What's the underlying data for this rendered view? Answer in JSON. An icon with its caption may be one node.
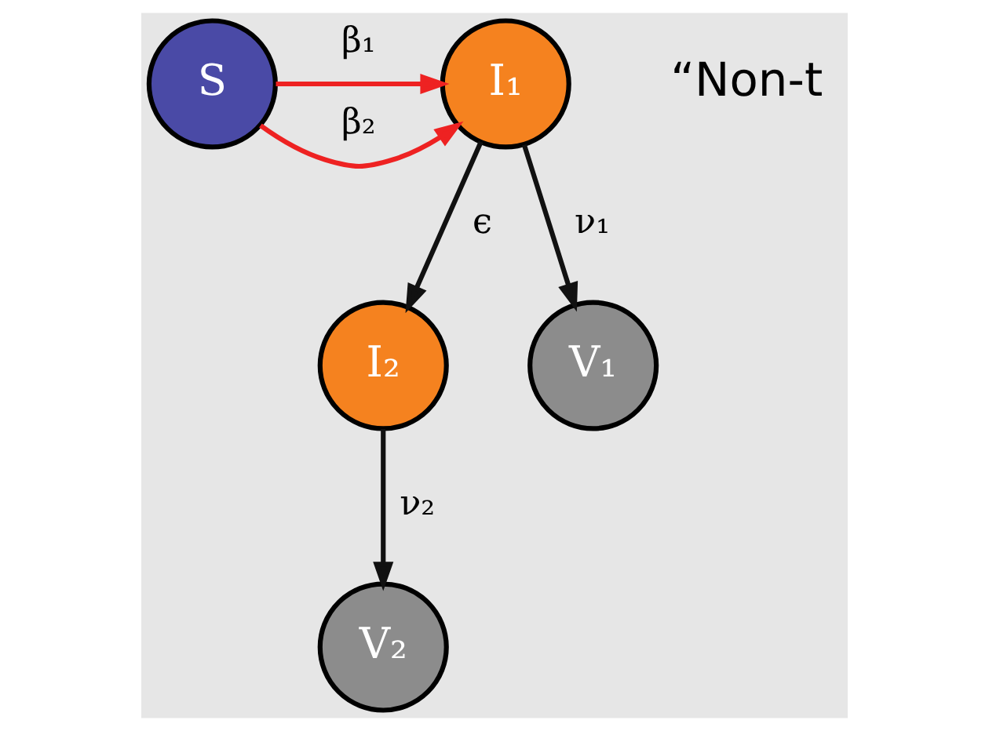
{
  "diagram": {
    "nodes": [
      {
        "text": [
          "S"
        ]
      },
      {
        "text": [
          "I₁"
        ]
      },
      {
        "text": [
          "I₂"
        ]
      },
      {
        "text": [
          "V₁"
        ]
      },
      {
        "text": [
          "V₂"
        ]
      }
    ],
    "edges": [
      {
        "from": 0,
        "to": 1,
        "arrow": "to",
        "label": "β₁",
        "color": "#ee2222"
      },
      {
        "from": 0,
        "to": 1,
        "arrow": "to",
        "label": "β₂",
        "color": "#ee2222"
      },
      {
        "from": 1,
        "to": 2,
        "arrow": "to",
        "label": "ϵ"
      },
      {
        "from": 1,
        "to": 3,
        "arrow": "to",
        "label": "ν₁"
      },
      {
        "from": 2,
        "to": 4,
        "arrow": "to",
        "label": "ν₂"
      }
    ],
    "labels": [
      "“Non-t"
    ]
  }
}
